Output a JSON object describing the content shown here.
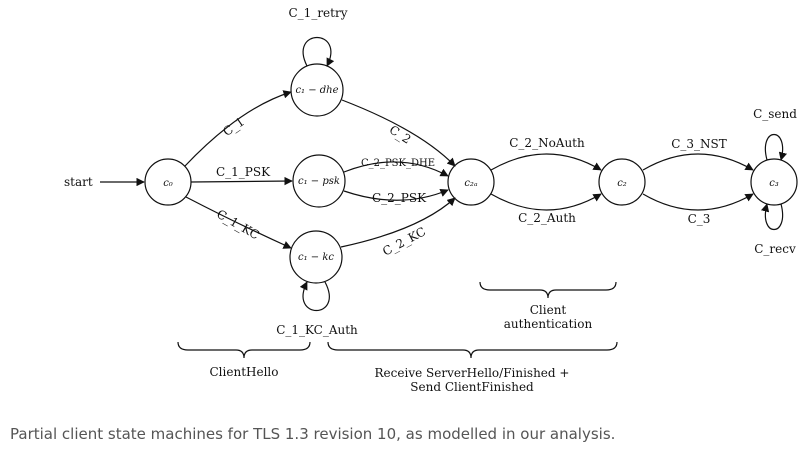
{
  "diagram": {
    "start": "start",
    "states": {
      "c0": "c₀",
      "c1dhe": "c₁ − dhe",
      "c1psk": "c₁ − psk",
      "c1kc": "c₁ − kc",
      "c2a": "c₂ₐ",
      "c2": "c₂",
      "c3": "c₃"
    },
    "edges": {
      "c_1_retry": "C_1_retry",
      "c_1": "C_1",
      "c_1_psk": "C_1_PSK",
      "c_1_kc": "C_1_KC",
      "c_2": "C_2",
      "c_2_psk_dhe": "C_2_PSK_DHE",
      "c_2_psk": "C_2_PSK",
      "c_2_kc": "C_2_KC",
      "c_1_kc_auth": "C_1_KC_Auth",
      "c_2_noauth": "C_2_NoAuth",
      "c_2_auth": "C_2_Auth",
      "c_3_nst": "C_3_NST",
      "c_3": "C_3",
      "c_send": "C_send",
      "c_recv": "C_recv"
    },
    "braces": {
      "client_auth_line1": "Client",
      "client_auth_line2": "authentication",
      "client_hello": "ClientHello",
      "server_line1": "Receive ServerHello/Finished +",
      "server_line2": "Send ClientFinished"
    }
  },
  "caption": "Partial client state machines for TLS 1.3 revision 10, as modelled in our analysis."
}
